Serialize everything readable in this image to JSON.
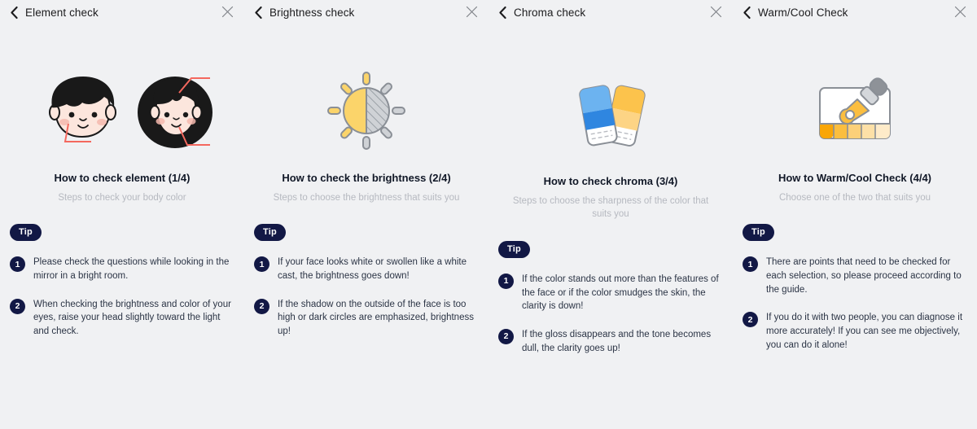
{
  "background_color": "#f0f1f3",
  "accent_navy": "#121845",
  "panels": [
    {
      "id": "element-check",
      "header": {
        "back_icon": "chevron-left-icon",
        "title": "Element check",
        "close_icon": "close-icon"
      },
      "illustration": "two-faces-illustration",
      "title": "How to check element (1/4)",
      "subtitle": "Steps to check your body color",
      "tip_label": "Tip",
      "steps": [
        {
          "number": "1",
          "text": "Please check the questions while looking in the mirror in a bright room."
        },
        {
          "number": "2",
          "text": "When checking the brightness and color of your eyes, raise your head slightly toward the light and check."
        }
      ]
    },
    {
      "id": "brightness-check",
      "header": {
        "back_icon": "chevron-left-icon",
        "title": "Brightness check",
        "close_icon": "close-icon"
      },
      "illustration": "sun-half-shaded-illustration",
      "title": "How to check the brightness (2/4)",
      "subtitle": "Steps to choose the brightness that suits you",
      "tip_label": "Tip",
      "steps": [
        {
          "number": "1",
          "text": "If your face looks white or swollen like a white cast, the brightness goes down!"
        },
        {
          "number": "2",
          "text": "If the shadow on the outside of the face is too high or dark circles are emphasized, brightness up!"
        }
      ]
    },
    {
      "id": "chroma-check",
      "header": {
        "back_icon": "chevron-left-icon",
        "title": "Chroma check",
        "close_icon": "close-icon"
      },
      "illustration": "color-swatch-cards-illustration",
      "title": "How to check chroma (3/4)",
      "subtitle": "Steps to choose the sharpness of the color that suits you",
      "tip_label": "Tip",
      "steps": [
        {
          "number": "1",
          "text": "If the color stands out more than the features of the face or if the color smudges the skin, the clarity is down!"
        },
        {
          "number": "2",
          "text": "If the gloss disappears and the tone becomes dull, the clarity goes up!"
        }
      ]
    },
    {
      "id": "warm-cool-check",
      "header": {
        "back_icon": "chevron-left-icon",
        "title": "Warm/Cool Check",
        "close_icon": "close-icon"
      },
      "illustration": "eyedropper-palette-illustration",
      "title": "How to Warm/Cool Check (4/4)",
      "subtitle": "Choose one of the two that suits you",
      "tip_label": "Tip",
      "steps": [
        {
          "number": "1",
          "text": "There are points that need to be checked for each selection, so please proceed according to the guide."
        },
        {
          "number": "2",
          "text": "If you do it with two people, you can diagnose it more accurately! If you can see me objectively, you can do it alone!"
        }
      ]
    }
  ]
}
